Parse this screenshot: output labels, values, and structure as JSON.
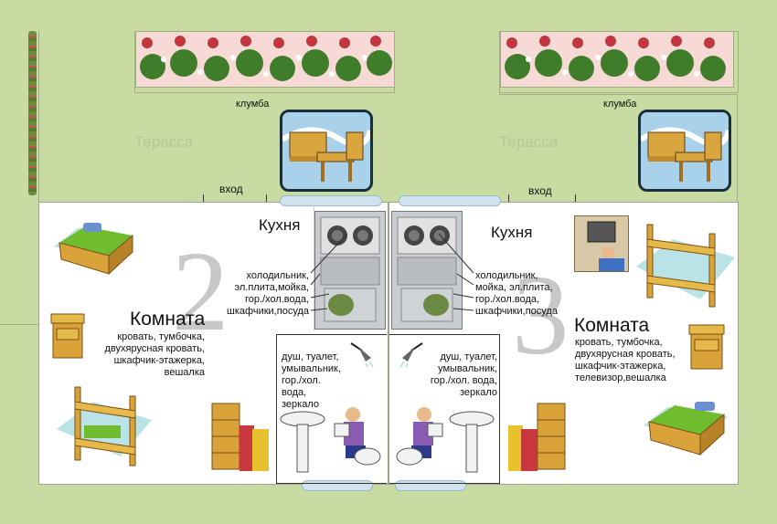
{
  "left_block": {
    "flowerbed_label": "клумба",
    "terrace_label": "Терасса",
    "entrance_label": "вход",
    "number": "2",
    "kitchen": {
      "title": "Кухня",
      "items": [
        "холодильник,",
        "эл.плита,мойка,",
        "гор./хол.вода,",
        "шкафчики,посуда"
      ]
    },
    "room": {
      "title": "Комната",
      "items": [
        "кровать, тумбочка,",
        "двухярусная кровать,",
        "шкафчик-этажерка,",
        "вешалка"
      ]
    },
    "bathroom": {
      "items": [
        "душ, туалет,",
        "умывальник,",
        "гор./хол. вода,",
        "зеркало"
      ]
    }
  },
  "right_block": {
    "flowerbed_label": "клумба",
    "terrace_label": "Терасса",
    "entrance_label": "вход",
    "number": "3",
    "kitchen": {
      "title": "Кухня",
      "items": [
        "холодильник,",
        "мойка, эл.плита,",
        "гор./хол.вода,",
        "шкафчики,посуда"
      ]
    },
    "room": {
      "title": "Комната",
      "items": [
        "кровать, тумбочка,",
        "двухярусная кровать,",
        "шкафчик-этажерка,",
        "телевизор,вешалка"
      ]
    },
    "bathroom": {
      "items": [
        "душ, туалет,",
        "умывальник,",
        "гор./хол. вода,",
        "зеркало"
      ]
    }
  },
  "colors": {
    "background": "#c7dba3",
    "walls": "#ffffff",
    "door": "#cfe3ee"
  }
}
